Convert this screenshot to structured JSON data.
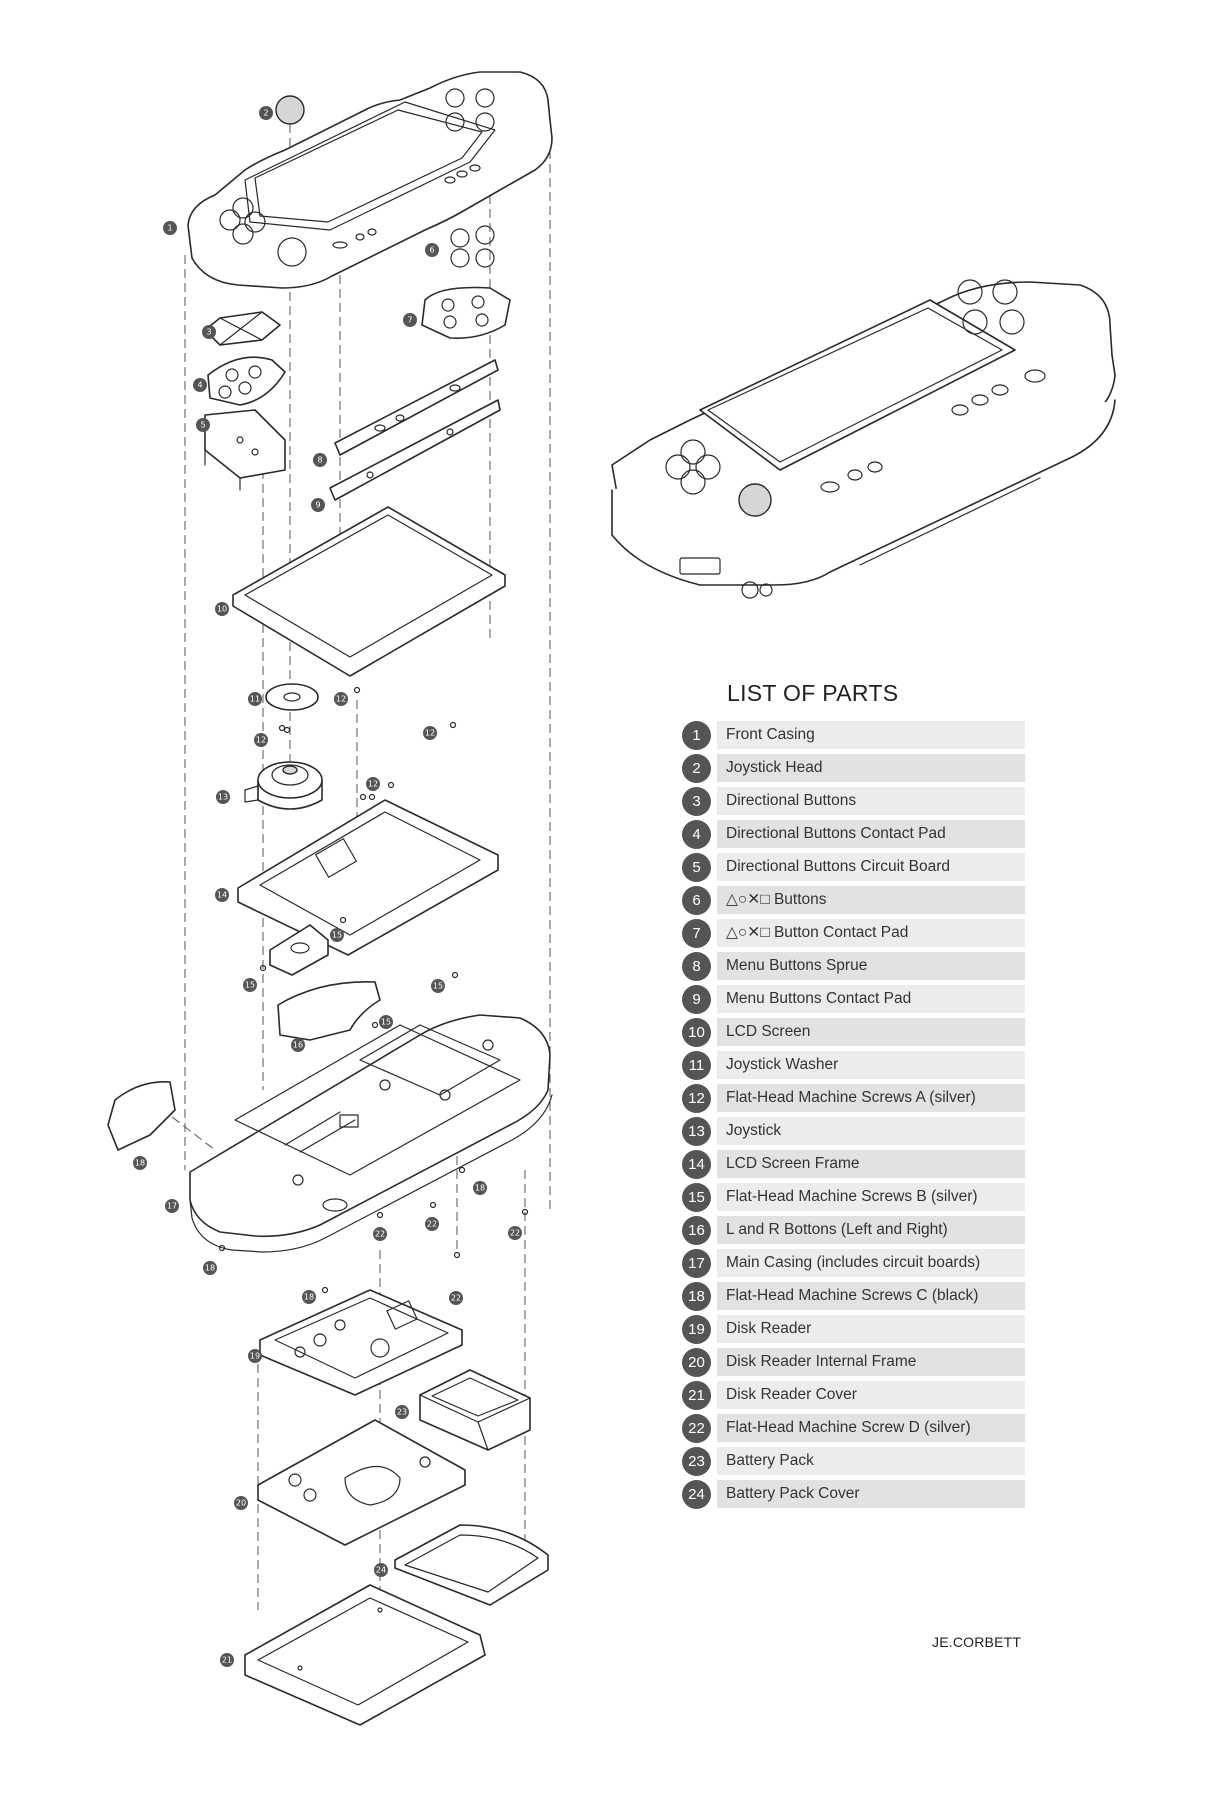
{
  "diagram": {
    "parts_list_title": "LIST OF PARTS",
    "parts": [
      {
        "num": "1",
        "label": "Front Casing"
      },
      {
        "num": "2",
        "label": "Joystick Head"
      },
      {
        "num": "3",
        "label": "Directional Buttons"
      },
      {
        "num": "4",
        "label": "Directional Buttons Contact Pad"
      },
      {
        "num": "5",
        "label": "Directional Buttons Circuit Board"
      },
      {
        "num": "6",
        "label": "△○✕□ Buttons"
      },
      {
        "num": "7",
        "label": "△○✕□ Button Contact Pad"
      },
      {
        "num": "8",
        "label": "Menu Buttons Sprue"
      },
      {
        "num": "9",
        "label": "Menu Buttons Contact Pad"
      },
      {
        "num": "10",
        "label": "LCD Screen"
      },
      {
        "num": "11",
        "label": "Joystick Washer"
      },
      {
        "num": "12",
        "label": "Flat-Head Machine Screws A (silver)"
      },
      {
        "num": "13",
        "label": "Joystick"
      },
      {
        "num": "14",
        "label": "LCD Screen Frame"
      },
      {
        "num": "15",
        "label": "Flat-Head Machine Screws B (silver)"
      },
      {
        "num": "16",
        "label": "L and R Bottons (Left and Right)"
      },
      {
        "num": "17",
        "label": "Main Casing (includes circuit boards)"
      },
      {
        "num": "18",
        "label": "Flat-Head Machine Screws C (black)"
      },
      {
        "num": "19",
        "label": "Disk Reader"
      },
      {
        "num": "20",
        "label": "Disk Reader Internal Frame"
      },
      {
        "num": "21",
        "label": "Disk Reader Cover"
      },
      {
        "num": "22",
        "label": "Flat-Head Machine Screw D (silver)"
      },
      {
        "num": "23",
        "label": "Battery Pack"
      },
      {
        "num": "24",
        "label": "Battery Pack Cover"
      }
    ],
    "callouts": [
      "1",
      "2",
      "3",
      "4",
      "5",
      "6",
      "7",
      "8",
      "9",
      "10",
      "11",
      "12",
      "12",
      "12",
      "12",
      "13",
      "14",
      "15",
      "15",
      "15",
      "15",
      "16",
      "17",
      "18",
      "18",
      "18",
      "18",
      "22",
      "22",
      "22",
      "22",
      "19",
      "23",
      "20",
      "24",
      "21"
    ],
    "signature": "JE.CORBETT",
    "colors": {
      "line": "#2a2a2a",
      "badge": "#555555",
      "row_light": "#ececec",
      "row_dark": "#e2e2e2"
    }
  }
}
